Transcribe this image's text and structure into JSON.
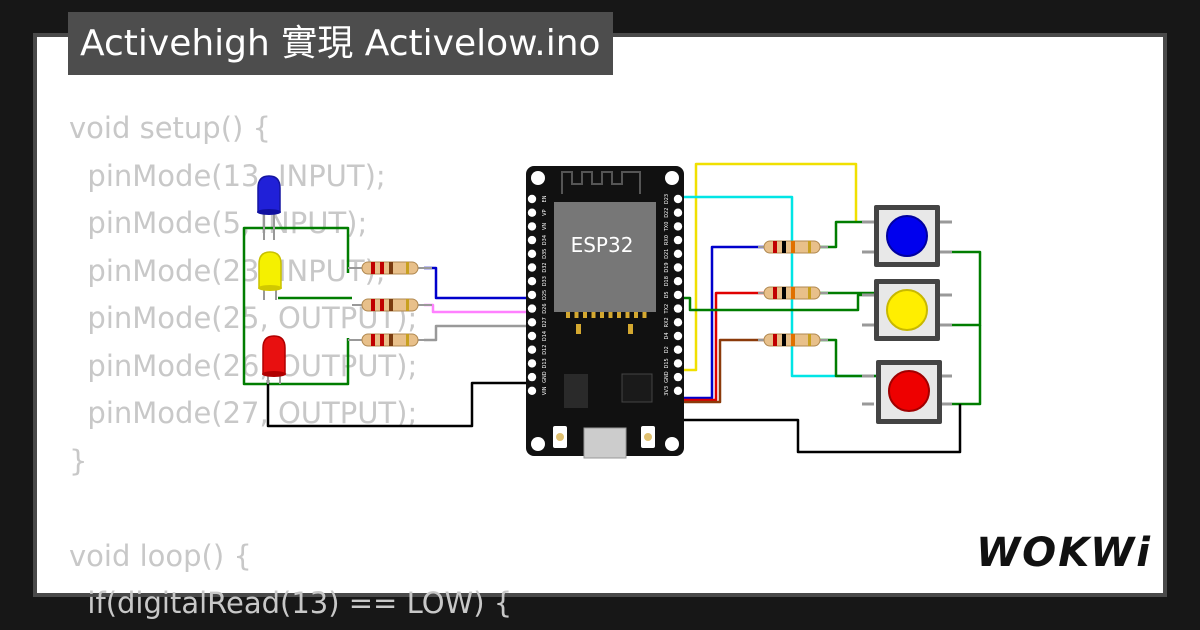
{
  "title": "Activehigh 實現 Activelow.ino",
  "code_lines": [
    "void setup() {",
    "  pinMode(13, INPUT);",
    "  pinMode(5, INPUT);",
    "  pinMode(23, INPUT);",
    "  pinMode(25, OUTPUT);",
    "  pinMode(26, OUTPUT);",
    "  pinMode(27, OUTPUT);",
    "}",
    "",
    "void loop() {",
    "  if(digitalRead(13) == LOW) {"
  ],
  "board": {
    "chip_label": "ESP32",
    "left_pins": [
      "EN",
      "VP",
      "VN",
      "D34",
      "D35",
      "D32",
      "D33",
      "D25",
      "D26",
      "D27",
      "D14",
      "D12",
      "D13",
      "GND",
      "VIN"
    ],
    "right_pins": [
      "D23",
      "D22",
      "TX0",
      "RX0",
      "D21",
      "D19",
      "D18",
      "D5",
      "TX2",
      "RX2",
      "D4",
      "D2",
      "D15",
      "GND",
      "3V3"
    ]
  },
  "leds": [
    "blue",
    "yellow",
    "red"
  ],
  "buttons": [
    "blue",
    "yellow",
    "red"
  ],
  "colors": {
    "background": "#171717",
    "card": "#ffffff",
    "code_text": "#c8c8c8",
    "title_bg": "#4d4d4d",
    "wire_green": "#007d00",
    "wire_blue": "#0000cc",
    "wire_yellow": "#f0e000",
    "wire_cyan": "#00e5e5",
    "wire_pink": "#ff80ff",
    "wire_red": "#e00000",
    "wire_brown": "#8b3a0a",
    "wire_gray": "#999999",
    "wire_black": "#000000"
  },
  "logo_text": "WOKWi"
}
